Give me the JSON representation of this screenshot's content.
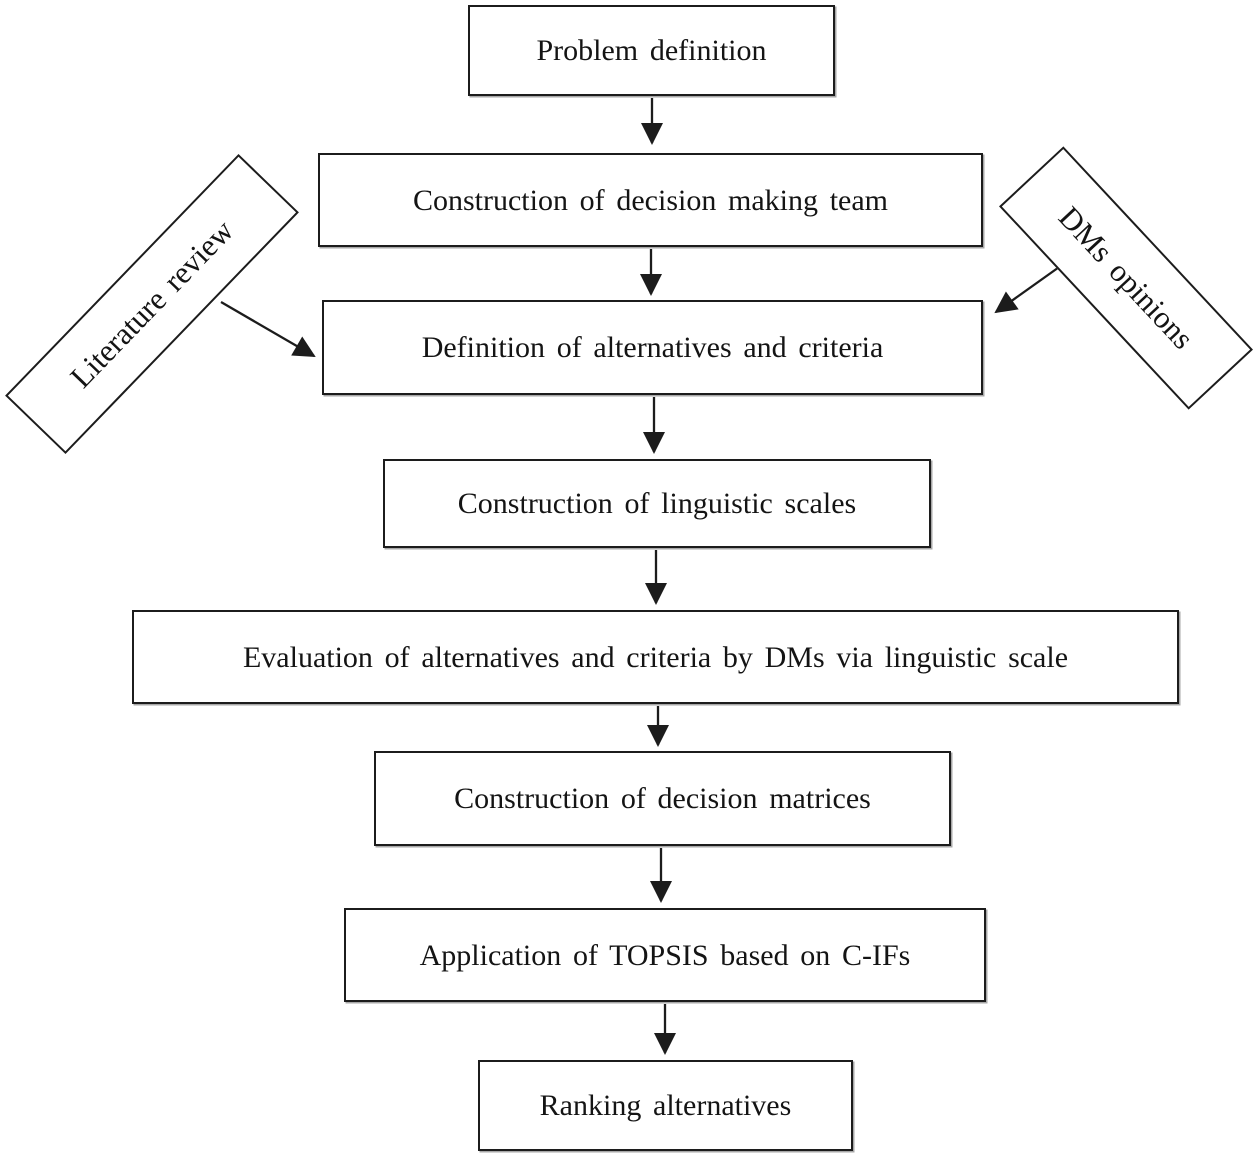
{
  "colors": {
    "line": "#1c1c1c",
    "background": "#ffffff",
    "text": "#141414"
  },
  "nodes": {
    "problem_definition": {
      "label": "Problem definition"
    },
    "decision_team": {
      "label": "Construction of decision making team"
    },
    "alternatives_criteria": {
      "label": "Definition of alternatives and criteria"
    },
    "linguistic_scales": {
      "label": "Construction of linguistic scales"
    },
    "evaluation": {
      "label": "Evaluation of alternatives and criteria by DMs via linguistic scale"
    },
    "decision_matrices": {
      "label": "Construction of decision matrices"
    },
    "topsis_application": {
      "label": "Application of TOPSIS based on C-IFs"
    },
    "ranking": {
      "label": "Ranking alternatives"
    }
  },
  "side_nodes": {
    "literature_review": {
      "label": "Literature review"
    },
    "dms_opinions": {
      "label": "DMs opinions"
    }
  }
}
